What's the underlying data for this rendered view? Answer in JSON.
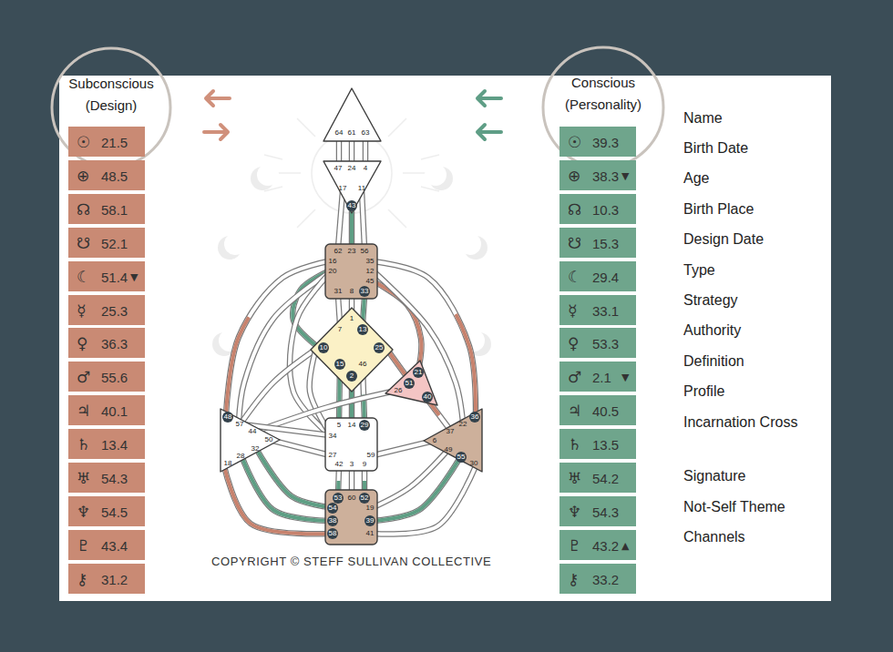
{
  "diagram": {
    "nodes": [
      {
        "text": [
          "Subconscious (Design)"
        ]
      },
      {
        "text": [
          "☉",
          "21.5"
        ]
      },
      {
        "text": [
          "⊕",
          "48.5"
        ]
      },
      {
        "text": [
          "☊",
          "58.1"
        ]
      },
      {
        "text": [
          "☋",
          "52.1"
        ]
      },
      {
        "text": [
          "☾",
          "51.4",
          "▼"
        ]
      },
      {
        "text": [
          "☿",
          "25.3"
        ]
      },
      {
        "text": [
          "♀",
          "36.3"
        ]
      },
      {
        "text": [
          "♂",
          "55.6"
        ]
      },
      {
        "text": [
          "♃",
          "40.1"
        ]
      },
      {
        "text": [
          "♄",
          "13.4"
        ]
      },
      {
        "text": [
          "♅",
          "54.3"
        ]
      },
      {
        "text": [
          "♆",
          "54.5"
        ]
      },
      {
        "text": [
          "♇",
          "43.4"
        ]
      },
      {
        "text": [
          "⚷",
          "31.2"
        ]
      },
      {
        "text": [
          "64",
          "61",
          "63"
        ]
      },
      {
        "text": [
          "47",
          "24",
          "4",
          "17",
          "11",
          "43"
        ]
      },
      {
        "text": [
          "62",
          "23",
          "56",
          "16",
          "35",
          "20",
          "12",
          "45",
          "31",
          "8",
          "33"
        ]
      },
      {
        "text": [
          "1",
          "7",
          "13",
          "10",
          "25",
          "15",
          "46",
          "2"
        ]
      },
      {
        "text": [
          "21",
          "51",
          "26",
          "40"
        ]
      },
      {
        "text": [
          "48",
          "57",
          "44",
          "50",
          "32",
          "28",
          "18"
        ]
      },
      {
        "text": [
          "5",
          "14",
          "29",
          "34",
          "27",
          "59",
          "42",
          "3",
          "9"
        ]
      },
      {
        "text": [
          "36",
          "22",
          "37",
          "6",
          "49",
          "55",
          "30"
        ]
      },
      {
        "text": [
          "53",
          "60",
          "52",
          "54",
          "19",
          "38",
          "39",
          "58",
          "41"
        ]
      },
      {
        "text": [
          "Conscious (Personality)"
        ]
      },
      {
        "text": [
          "☉",
          "39.3"
        ]
      },
      {
        "text": [
          "⊕",
          "38.3",
          "▼"
        ]
      },
      {
        "text": [
          "☊",
          "10.3"
        ]
      },
      {
        "text": [
          "☋",
          "15.3"
        ]
      },
      {
        "text": [
          "☾",
          "29.4"
        ]
      },
      {
        "text": [
          "☿",
          "33.1"
        ]
      },
      {
        "text": [
          "♀",
          "53.3"
        ]
      },
      {
        "text": [
          "♂",
          "2.1",
          "▼"
        ]
      },
      {
        "text": [
          "♃",
          "40.5"
        ]
      },
      {
        "text": [
          "♄",
          "13.5"
        ]
      },
      {
        "text": [
          "♅",
          "54.2"
        ]
      },
      {
        "text": [
          "♆",
          "54.3"
        ]
      },
      {
        "text": [
          "♇",
          "43.2",
          "▲"
        ]
      },
      {
        "text": [
          "⚷",
          "33.2"
        ]
      }
    ],
    "edges": [
      {
        "from": 15,
        "to": 16,
        "arrow": "none"
      },
      {
        "from": 15,
        "to": 16,
        "arrow": "none"
      },
      {
        "from": 15,
        "to": 16,
        "arrow": "none"
      },
      {
        "from": 16,
        "to": 17,
        "arrow": "none"
      },
      {
        "from": 16,
        "to": 17,
        "arrow": "none"
      },
      {
        "from": 16,
        "to": 17,
        "arrow": "none"
      },
      {
        "from": 17,
        "to": 18,
        "arrow": "none"
      },
      {
        "from": 17,
        "to": 18,
        "arrow": "none"
      },
      {
        "from": 17,
        "to": 18,
        "arrow": "none"
      },
      {
        "from": 17,
        "to": 18,
        "arrow": "none"
      },
      {
        "from": 17,
        "to": 19,
        "arrow": "none"
      },
      {
        "from": 17,
        "to": 20,
        "arrow": "none"
      },
      {
        "from": 17,
        "to": 20,
        "arrow": "none"
      },
      {
        "from": 17,
        "to": 21,
        "arrow": "none"
      },
      {
        "from": 17,
        "to": 22,
        "arrow": "none"
      },
      {
        "from": 17,
        "to": 22,
        "arrow": "none"
      },
      {
        "from": 18,
        "to": 21,
        "arrow": "none"
      },
      {
        "from": 18,
        "to": 21,
        "arrow": "none"
      },
      {
        "from": 18,
        "to": 21,
        "arrow": "none"
      },
      {
        "from": 18,
        "to": 19,
        "arrow": "none"
      },
      {
        "from": 18,
        "to": 20,
        "arrow": "none"
      },
      {
        "from": 18,
        "to": 21,
        "arrow": "none"
      },
      {
        "from": 19,
        "to": 20,
        "arrow": "none"
      },
      {
        "from": 19,
        "to": 22,
        "arrow": "none"
      },
      {
        "from": 21,
        "to": 20,
        "arrow": "none"
      },
      {
        "from": 21,
        "to": 20,
        "arrow": "none"
      },
      {
        "from": 21,
        "to": 22,
        "arrow": "none"
      },
      {
        "from": 21,
        "to": 23,
        "arrow": "none"
      },
      {
        "from": 21,
        "to": 23,
        "arrow": "none"
      },
      {
        "from": 21,
        "to": 23,
        "arrow": "none"
      },
      {
        "from": 20,
        "to": 23,
        "arrow": "none"
      },
      {
        "from": 20,
        "to": 23,
        "arrow": "none"
      },
      {
        "from": 20,
        "to": 23,
        "arrow": "none"
      },
      {
        "from": 22,
        "to": 23,
        "arrow": "none"
      },
      {
        "from": 22,
        "to": 23,
        "arrow": "none"
      },
      {
        "from": 22,
        "to": 23,
        "arrow": "none"
      }
    ],
    "labels": [
      "Name",
      "Birth Date",
      "Age",
      "Birth Place",
      "Design Date",
      "Type",
      "Strategy",
      "Authority",
      "Definition",
      "Profile",
      "Incarnation Cross",
      "Signature",
      "Not-Self Theme",
      "Channels",
      "COPYRIGHT © STEFF SULLIVAN COLLECTIVE"
    ]
  }
}
